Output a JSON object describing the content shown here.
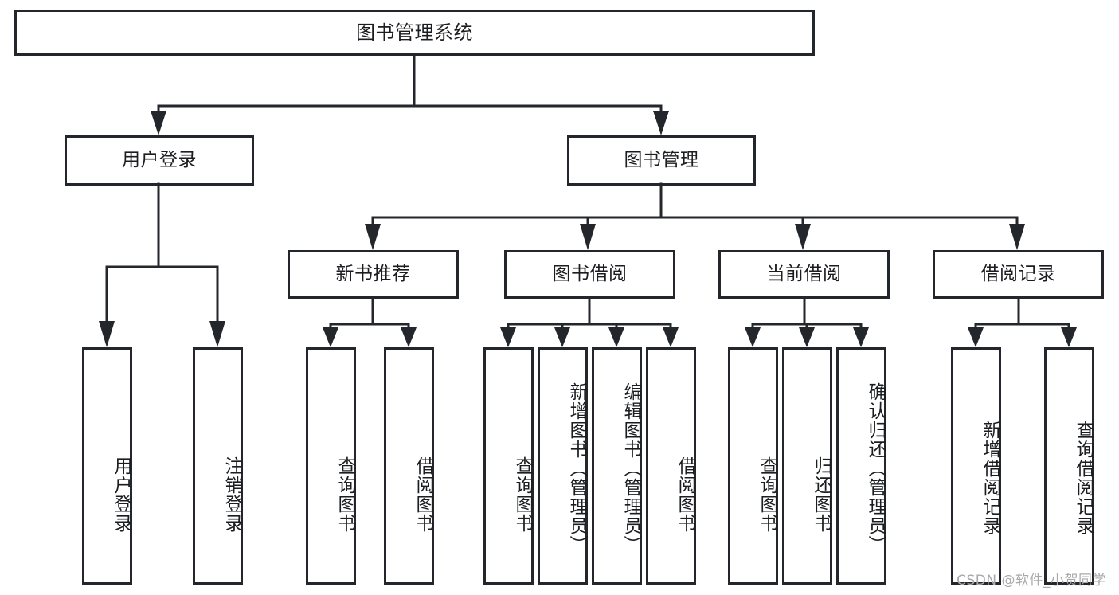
{
  "diagram": {
    "title": "图书管理系统",
    "type": "tree-hierarchy-chart",
    "root": {
      "id": "root",
      "label": "图书管理系统"
    },
    "level2": [
      {
        "id": "user-login",
        "label": "用户登录"
      },
      {
        "id": "book-manage",
        "label": "图书管理"
      }
    ],
    "level3": [
      {
        "id": "new-book-recommend",
        "label": "新书推荐",
        "parent": "book-manage"
      },
      {
        "id": "book-borrow",
        "label": "图书借阅",
        "parent": "book-manage"
      },
      {
        "id": "current-borrow",
        "label": "当前借阅",
        "parent": "book-manage"
      },
      {
        "id": "borrow-record",
        "label": "借阅记录",
        "parent": "book-manage"
      }
    ],
    "leaves": {
      "user_login": [
        {
          "id": "leaf-user-login",
          "label": "用户登录"
        },
        {
          "id": "leaf-logout-login",
          "label": "注销登录"
        }
      ],
      "new_book_recommend": [
        {
          "id": "leaf-query-book-1",
          "label": "查询图书"
        },
        {
          "id": "leaf-borrow-book-1",
          "label": "借阅图书"
        }
      ],
      "book_borrow": [
        {
          "id": "leaf-query-book-2",
          "label": "查询图书"
        },
        {
          "id": "leaf-add-book",
          "label": "新增图书（管理员）"
        },
        {
          "id": "leaf-edit-book",
          "label": "编辑图书（管理员）"
        },
        {
          "id": "leaf-borrow-book-2",
          "label": "借阅图书"
        }
      ],
      "current_borrow": [
        {
          "id": "leaf-query-book-3",
          "label": "查询图书"
        },
        {
          "id": "leaf-return-book",
          "label": "归还图书"
        },
        {
          "id": "leaf-confirm-return",
          "label": "确认归还（管理员）"
        }
      ],
      "borrow_record": [
        {
          "id": "leaf-add-record",
          "label": "新增借阅记录"
        },
        {
          "id": "leaf-query-record",
          "label": "查询借阅记录"
        }
      ]
    }
  },
  "watermark": {
    "text": "CSDN @软件_小贺同学"
  },
  "colors": {
    "stroke": "#23262b",
    "fill": "#ffffff",
    "text": "#1b1d20",
    "watermark": "#a9a9a9"
  }
}
